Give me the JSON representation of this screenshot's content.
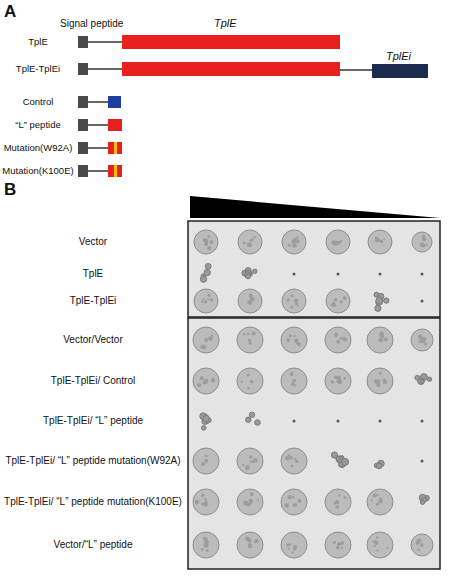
{
  "diagram": {
    "labels": [
      "A",
      "Signal peptide",
      "TplE",
      "TplE",
      "TplE-TplEi",
      "TplEi",
      "Control",
      "“L” peptide",
      "Mutation(W92A)",
      "Mutation(K100E)",
      "B",
      "Vector",
      "TplE",
      "TplE-TplEi",
      "Vector/Vector",
      "TplE-TplEi/ Control",
      "TplE-TplEi/ “L” peptide",
      "TplE-TplEi/ “L” peptide mutation(W92A)",
      "TplE-TplEi/ “L” peptide mutation(K100E)",
      "Vector/“L” peptide"
    ]
  }
}
